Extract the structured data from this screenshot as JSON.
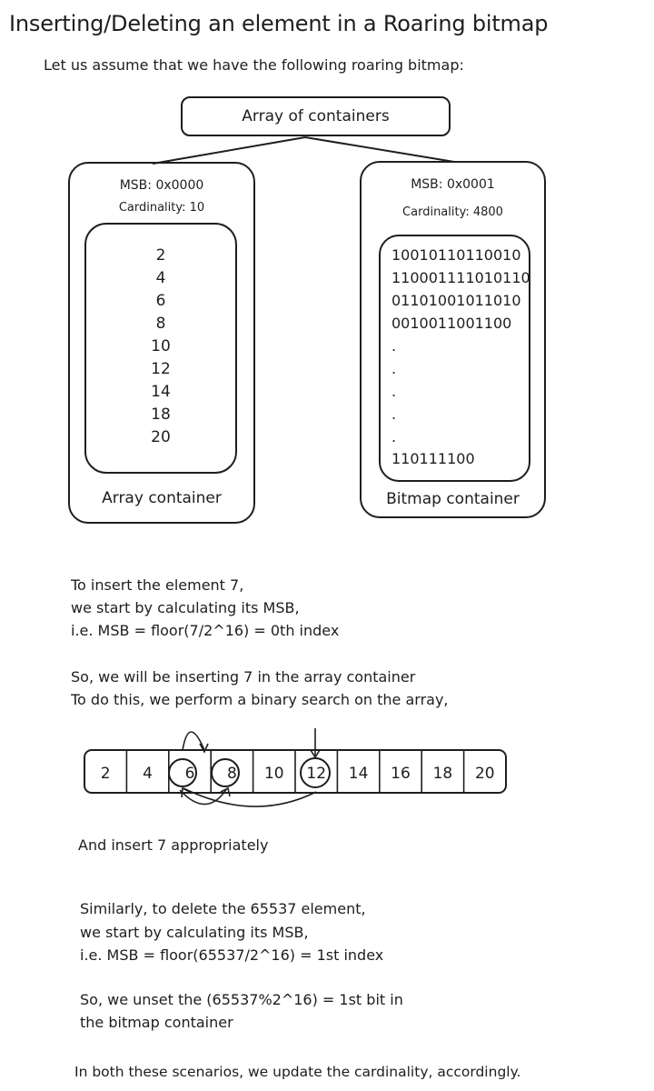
{
  "title": "Inserting/Deleting an element in a Roaring bitmap",
  "intro": "Let us assume that we have the following roaring bitmap:",
  "root_label": "Array of containers",
  "array_container": {
    "msb": "MSB: 0x0000",
    "cardinality": "Cardinality: 10",
    "values": [
      "2",
      "4",
      "6",
      "8",
      "10",
      "12",
      "14",
      "18",
      "20"
    ],
    "label": "Array container"
  },
  "bitmap_container": {
    "msb": "MSB: 0x0001",
    "cardinality": "Cardinality: 4800",
    "rows": [
      "10010110110010",
      "11000111101011 0",
      "01101001011010",
      "0010011001100"
    ],
    "dots": [
      ".",
      ".",
      ".",
      ".",
      "."
    ],
    "last_row": "110111100",
    "label": "Bitmap container"
  },
  "insert_text": {
    "l1": "To insert the element 7,",
    "l2": "we start by calculating its MSB,",
    "l3": "i.e. MSB = floor(7/2^16) = 0th index",
    "l4": "So, we will be inserting 7 in the array container",
    "l5": "To do this, we perform a binary search on the array,"
  },
  "array_cells": [
    "2",
    "4",
    "6",
    "8",
    "10",
    "12",
    "14",
    "16",
    "18",
    "20"
  ],
  "after_search": "And insert 7 appropriately",
  "delete_text": {
    "l1": "Similarly, to delete the 65537 element,",
    "l2": "we start by calculating its MSB,",
    "l3": "i.e. MSB = floor(65537/2^16) = 1st index",
    "l4": "So, we unset the (65537%2^16) = 1st bit in",
    "l5": "the bitmap container"
  },
  "conclusion": "In both these scenarios, we update the cardinality, accordingly."
}
